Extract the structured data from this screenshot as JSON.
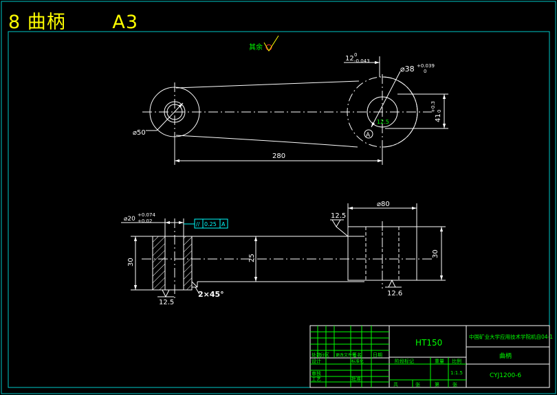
{
  "heading": {
    "part_no": "8",
    "part_name": "曲柄",
    "sheet_size": "A3"
  },
  "remaining_surface": {
    "label": "其余"
  },
  "top_view": {
    "dim_keyway": {
      "nominal": "12",
      "upper": "0",
      "lower": "-0.043"
    },
    "dim_bore_large": {
      "nominal": "⌀38",
      "upper": "+0.039",
      "lower": "0"
    },
    "dim_boss_small": "⌀50",
    "dim_keyway_depth": {
      "nominal": "41",
      "upper": "+0.3",
      "lower": "0"
    },
    "dim_center_distance": "280",
    "roughness_bore": "12.5",
    "section_mark": "A"
  },
  "front_view": {
    "dim_bore_small": {
      "nominal": "⌀20",
      "upper": "+0.074",
      "lower": "+0.02"
    },
    "parallelism": {
      "symbol": "//",
      "value": "0.25",
      "datum": "A"
    },
    "dim_large_hub_dia": "⌀80",
    "dim_left_height": "30",
    "dim_arm_thickness": "25",
    "dim_right_height": "30",
    "chamfer": "2×45°",
    "roughness_left": "12.5",
    "roughness_right": "12.6",
    "roughness_top": "12.5"
  },
  "title_block": {
    "material": "HT150",
    "institution": "中国矿业大学应用技术学院机自04-1",
    "part_name": "曲柄",
    "drawing_no": "CYJ1200-6",
    "scale": "1:1.5",
    "hdr_count": "处数",
    "hdr_zone": "分区",
    "hdr_change_doc": "更改文件号",
    "hdr_sign": "签名",
    "hdr_date": "日期",
    "row_design": "设计",
    "row_standardize": "标准化",
    "row_review": "审核",
    "row_process": "工艺",
    "row_approve": "批准",
    "stage_mark": "阶段标记",
    "weight": "重量",
    "ratio": "比例",
    "total": "共",
    "sheet_unit": "张",
    "page": "第"
  },
  "colors": {
    "line": "#ffffff",
    "yellow": "#ffff00",
    "green": "#00ff00",
    "cyan": "#00ffff",
    "red": "#ff3030"
  }
}
